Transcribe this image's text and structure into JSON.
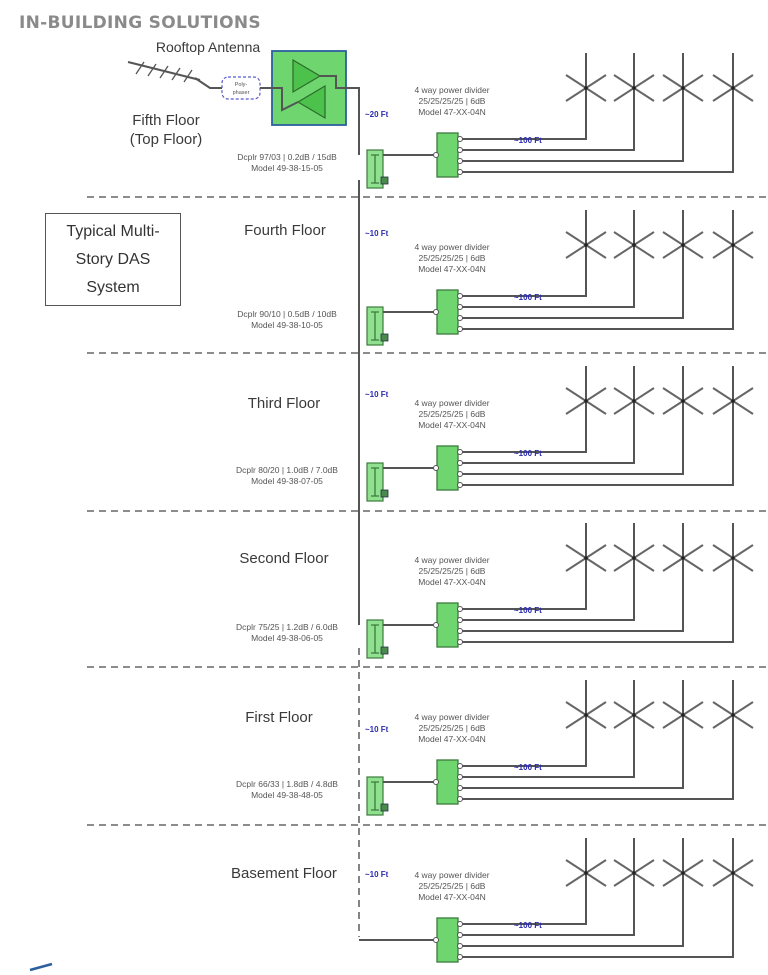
{
  "title": "IN-BUILDING SOLUTIONS",
  "legend_box": "Typical Multi-Story DAS System",
  "rooftop": {
    "antenna_label": "Rooftop Antenna",
    "polyphaser_label_1": "Poly-",
    "polyphaser_label_2": "phaser"
  },
  "colors": {
    "component_green": "#6fd66f",
    "cable_length_blue": "#2b2bb0",
    "title_gray": "#8a8a8a"
  },
  "floors": [
    {
      "name_1": "Fifth Floor",
      "name_2": "(Top Floor)",
      "riser_length": "~20 Ft",
      "divider_line1": "4 way power divider",
      "divider_line2": "25/25/25/25 | 6dB",
      "divider_line3": "Model 47-XX-04N",
      "branch_length": "~100 Ft",
      "coupler_line1": "Dcplr 97/03 | 0.2dB / 15dB",
      "coupler_line2": "Model 49-38-15-05",
      "antennas": 4
    },
    {
      "name_1": "Fourth Floor",
      "name_2": "",
      "riser_length": "~10 Ft",
      "divider_line1": "4 way power divider",
      "divider_line2": "25/25/25/25 | 6dB",
      "divider_line3": "Model 47-XX-04N",
      "branch_length": "~100 Ft",
      "coupler_line1": "Dcplr 90/10 | 0.5dB / 10dB",
      "coupler_line2": "Model 49-38-10-05",
      "antennas": 4
    },
    {
      "name_1": "Third Floor",
      "name_2": "",
      "riser_length": "~10 Ft",
      "divider_line1": "4 way power divider",
      "divider_line2": "25/25/25/25 | 6dB",
      "divider_line3": "Model 47-XX-04N",
      "branch_length": "~100 Ft",
      "coupler_line1": "Dcplr 80/20 | 1.0dB / 7.0dB",
      "coupler_line2": "Model 49-38-07-05",
      "antennas": 4
    },
    {
      "name_1": "Second Floor",
      "name_2": "",
      "riser_length": "",
      "divider_line1": "4 way power divider",
      "divider_line2": "25/25/25/25 | 6dB",
      "divider_line3": "Model 47-XX-04N",
      "branch_length": "~100 Ft",
      "coupler_line1": "Dcplr 75/25 | 1.2dB / 6.0dB",
      "coupler_line2": "Model 49-38-06-05",
      "antennas": 4
    },
    {
      "name_1": "First Floor",
      "name_2": "",
      "riser_length": "~10 Ft",
      "divider_line1": "4 way power divider",
      "divider_line2": "25/25/25/25 | 6dB",
      "divider_line3": "Model 47-XX-04N",
      "branch_length": "~100 Ft",
      "coupler_line1": "Dcplr 66/33 | 1.8dB / 4.8dB",
      "coupler_line2": "Model 49-38-48-05",
      "antennas": 4
    },
    {
      "name_1": "Basement Floor",
      "name_2": "",
      "riser_length": "~10 Ft",
      "divider_line1": "4 way power divider",
      "divider_line2": "25/25/25/25 | 6dB",
      "divider_line3": "Model 47-XX-04N",
      "branch_length": "~100 Ft",
      "coupler_line1": "",
      "coupler_line2": "",
      "antennas": 4
    }
  ]
}
